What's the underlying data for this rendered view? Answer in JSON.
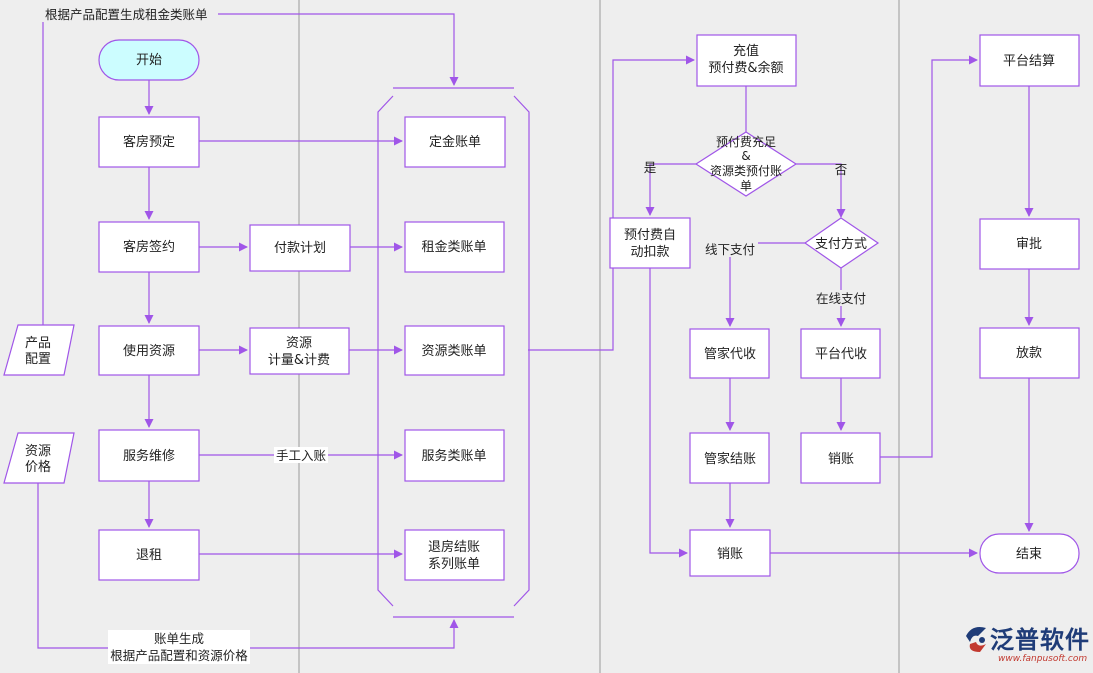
{
  "colors": {
    "background": "#eeeeee",
    "lane_divider": "#9a9a9a",
    "edge": "#a056e8",
    "node_stroke": "#a056e8",
    "node_fill": "#ffffff",
    "start_fill": "#ccfdff",
    "logo_blue": "#1f3c78",
    "logo_red": "#c2392f"
  },
  "nodes": {
    "start": "开始",
    "booking": "客房预定",
    "signing": "客房签约",
    "use_resource": "使用资源",
    "service_repair": "服务维修",
    "checkout": "退租",
    "payment_plan": "付款计划",
    "resource_calc": [
      "资源",
      "计量&计费"
    ],
    "deposit_bill": "定金账单",
    "rent_bill": "租金类账单",
    "resource_bill": "资源类账单",
    "service_bill": "服务类账单",
    "checkout_bill": [
      "退房结账",
      "系列账单"
    ],
    "product_config": [
      "产品",
      "配置"
    ],
    "resource_price": [
      "资源",
      "价格"
    ],
    "recharge": [
      "充值",
      "预付费&余额"
    ],
    "prepay_decision": [
      "预付费充足",
      "&",
      "资源类预付账",
      "单"
    ],
    "auto_deduct": [
      "预付费自",
      "动扣款"
    ],
    "payment_method": "支付方式",
    "steward_collect": "管家代收",
    "platform_collect": "平台代收",
    "steward_settle": "管家结账",
    "writeoff_platform": "销账",
    "writeoff_main": "销账",
    "platform_settle": "平台结算",
    "approve": "审批",
    "release": "放款",
    "end": "结束"
  },
  "edge_labels": {
    "top_rent": "根据产品配置生成租金类账单",
    "manual": "手工入账",
    "bottom": [
      "账单生成",
      "根据产品配置和资源价格"
    ],
    "yes": "是",
    "no": "否",
    "offline": "线下支付",
    "online": "在线支付"
  },
  "logo": {
    "name": "泛普软件",
    "url": "www.fanpusoft.com"
  }
}
